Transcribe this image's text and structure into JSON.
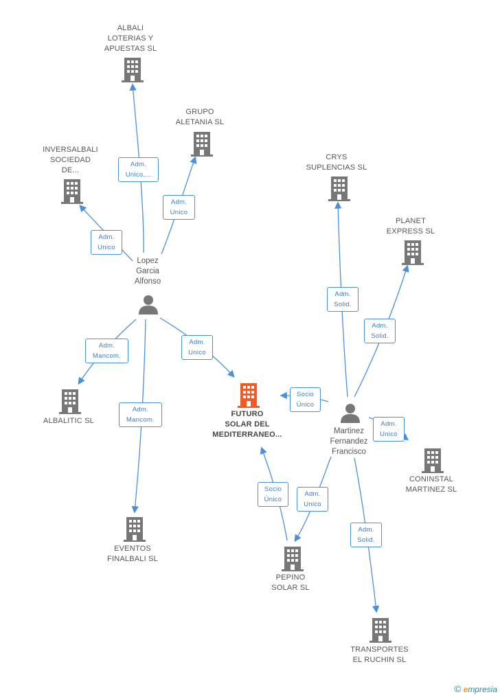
{
  "nodes": {
    "albali": {
      "label": "ALBALI\nLOTERIAS Y\nAPUESTAS SL"
    },
    "grupo": {
      "label": "GRUPO\nALETANIA SL"
    },
    "inversalbali": {
      "label": "INVERSALBALI\nSOCIEDAD\nDE..."
    },
    "crys": {
      "label": "CRYS\nSUPLENCIAS SL"
    },
    "planet": {
      "label": "PLANET\nEXPRESS SL"
    },
    "albalitic": {
      "label": "ALBALITIC SL"
    },
    "futuro": {
      "label": "FUTURO\nSOLAR DEL\nMEDITERRANEO..."
    },
    "coninstal": {
      "label": "CONINSTAL\nMARTINEZ SL"
    },
    "eventos": {
      "label": "EVENTOS\nFINALBALI SL"
    },
    "pepino": {
      "label": "PEPINO\nSOLAR SL"
    },
    "transportes": {
      "label": "TRANSPORTES\nEL RUCHIN SL"
    }
  },
  "persons": {
    "lopez": {
      "label": "Lopez\nGarcia\nAlfonso"
    },
    "martinez": {
      "label": "Martinez\nFernandez\nFrancisco"
    }
  },
  "edges": {
    "lopez_albali": "Adm.\nUnico,...",
    "lopez_grupo": "Adm.\nUnico",
    "lopez_inversalbali": "Adm.\nUnico",
    "lopez_albalitic": "Adm.\nMancom.",
    "lopez_eventos": "Adm.\nMancom.",
    "lopez_futuro": "Adm.\nUnico",
    "martinez_crys": "Adm.\nSolid.",
    "martinez_planet": "Adm.\nSolid.",
    "martinez_futuro": "Socio\nÚnico",
    "martinez_coninstal": "Adm.\nUnico",
    "martinez_pepino": "Adm.\nUnico",
    "martinez_transportes": "Adm.\nSolid.",
    "pepino_futuro": "Socio\nÚnico"
  },
  "colors": {
    "edge": "#4a90d9",
    "building": "#777777",
    "main_building": "#f05a28",
    "person": "#777777"
  },
  "footer": {
    "copyright": "©",
    "brand_first": "e",
    "brand_rest": "mpresia"
  }
}
